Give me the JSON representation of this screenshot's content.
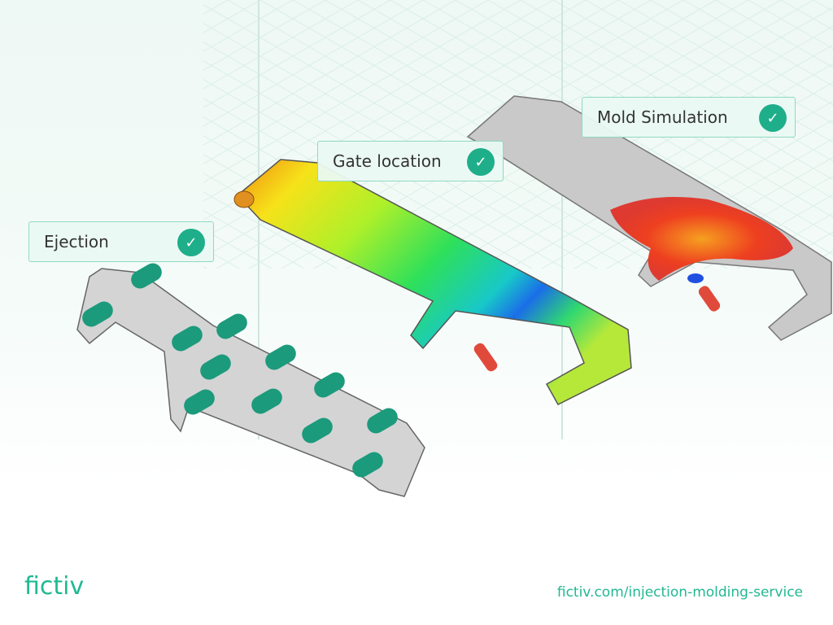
{
  "labels": {
    "ejection": "Ejection",
    "gate_location": "Gate location",
    "mold_simulation": "Mold Simulation"
  },
  "check_glyph": "✓",
  "footer": {
    "logo": "fictiv",
    "url": "fictiv.com/injection-molding-service"
  },
  "colors": {
    "accent": "#22b893",
    "check": "#1fae8a",
    "pin": "#1c9a7c"
  }
}
